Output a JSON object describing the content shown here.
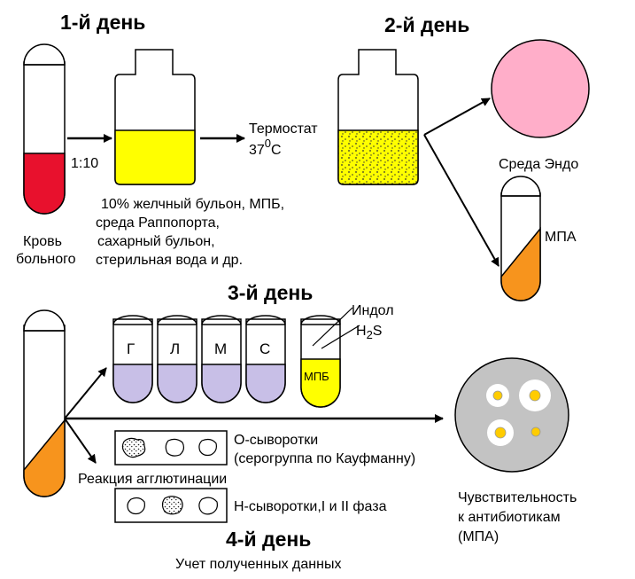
{
  "days": {
    "day1": "1-й день",
    "day2": "2-й день",
    "day3": "3-й день",
    "day4": "4-й день"
  },
  "labels": {
    "blood_line1": "Кровь",
    "blood_line2": "больного",
    "ratio": "1:10",
    "media_line1": "10% желчный бульон, МПБ,",
    "media_line2": "среда Раппопорта,",
    "media_line3": "сахарный бульон,",
    "media_line4": "стерильная вода и др.",
    "thermostat_line1": "Термостат",
    "thermostat_temp": "37",
    "thermostat_sup": "0",
    "thermostat_unit": "С",
    "endo": "Среда Эндо",
    "mpa": "МПА",
    "indole": "Индол",
    "h2s_h": "H",
    "h2s_sub": "2",
    "h2s_s": "S",
    "mpb": "МПБ",
    "o_sera_line1": "О-сыворотки",
    "o_sera_line2": "(серогруппа по Кауфманну)",
    "agglutination": "Реакция агглютинации",
    "h_sera": "Н-сыворотки,I и II фаза",
    "sens_line1": "Чувствительность",
    "sens_line2": "к антибиотикам",
    "sens_line3": "(МПА)",
    "results": "Учет полученных данных"
  },
  "sugar_tubes": [
    "Г",
    "Л",
    "М",
    "С"
  ],
  "colors": {
    "blood": "#e8112d",
    "bile_broth": "#ffff00",
    "endo": "#ffaec9",
    "mpa_slant": "#f7941d",
    "sugar_medium": "#c8bfe7",
    "colony_center": "#ffcc00"
  }
}
